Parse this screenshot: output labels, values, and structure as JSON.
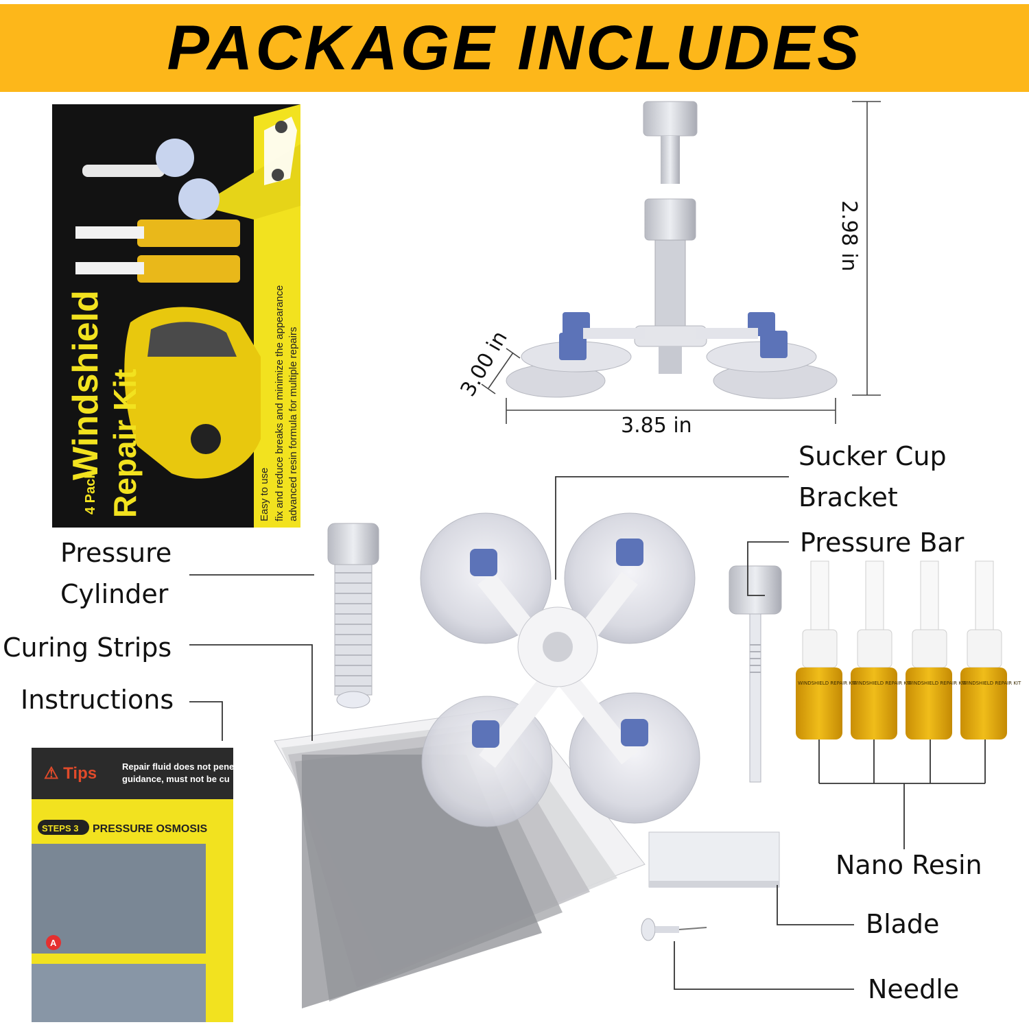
{
  "banner": {
    "title": "PACKAGE INCLUDES"
  },
  "box": {
    "title_line1": "Windshield",
    "title_line2": "Repair Kit",
    "badge": "4 Pack",
    "line1": "Easy to use",
    "line2": "fix and reduce breaks and minimize the appearance",
    "line3": "advanced resin formula for multiple repairs"
  },
  "dimensions": {
    "height": "2.98 in",
    "depth": "3.00 in",
    "width": "3.85  in"
  },
  "labels": {
    "sucker_cup": "Sucker Cup",
    "bracket": "Bracket",
    "pressure_bar": "Pressure Bar",
    "pressure": "Pressure",
    "cylinder": "Cylinder",
    "curing_strips": "Curing Strips",
    "instructions": "Instructions",
    "nano_resin": "Nano Resin",
    "blade": "Blade",
    "needle": "Needle"
  },
  "manual": {
    "tips_title": "⚠ Tips",
    "tips_text1": "Repair fluid does not pene",
    "tips_text2": "guidance, must not be cu",
    "steps_badge": "STEPS 3",
    "steps_title": "PRESSURE OSMOSIS",
    "marker": "A"
  },
  "bottle_label": "WINDSHIELD REPAIR KIT",
  "colors": {
    "banner": "#fdb71a",
    "box_yellow": "#f2e21f",
    "resin": "#e8b10c",
    "cup_blue": "#5c73b8"
  }
}
